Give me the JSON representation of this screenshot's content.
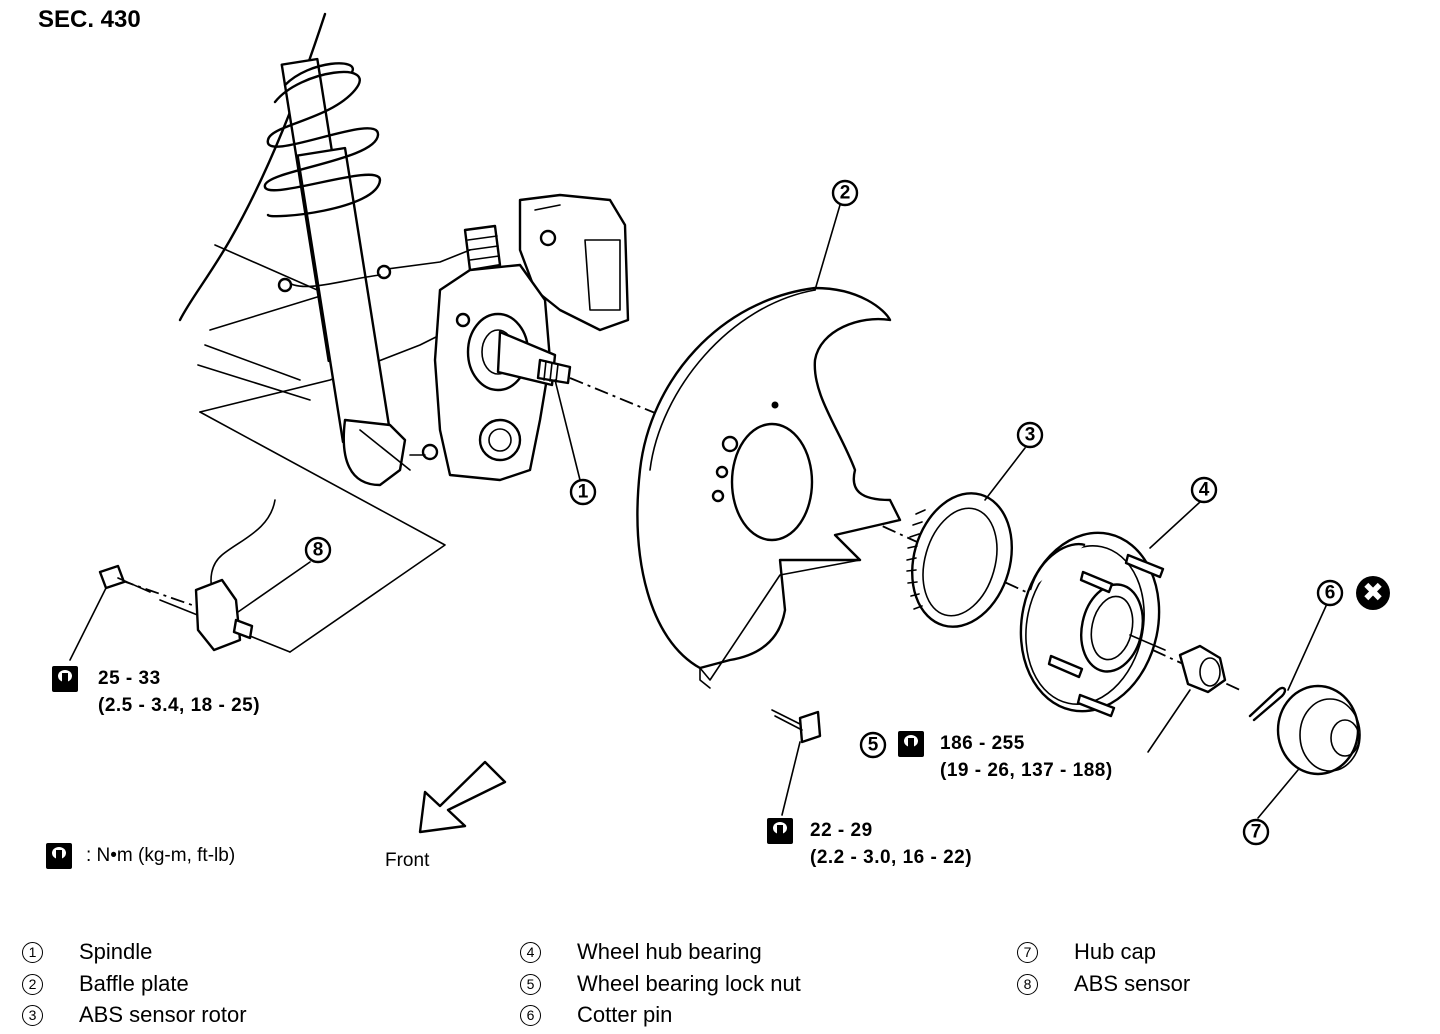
{
  "section_title": "SEC. 430",
  "callouts": [
    "1",
    "2",
    "3",
    "4",
    "5",
    "6",
    "7",
    "8"
  ],
  "torque_specs": {
    "abs_sensor_bolt": {
      "line1": "25 - 33",
      "line2": "(2.5 - 3.4, 18 - 25)"
    },
    "lock_nut": {
      "line1": "186 - 255",
      "line2": "(19 - 26, 137 - 188)"
    },
    "baffle_plate_bolt": {
      "line1": "22 - 29",
      "line2": "(2.2 - 3.0, 16 - 22)"
    }
  },
  "units_note": ": N•m  (kg-m,  ft-lb)",
  "front_label": "Front",
  "replace_symbol": "✖",
  "legend": [
    {
      "num": "1",
      "label": "Spindle"
    },
    {
      "num": "2",
      "label": "Baffle plate"
    },
    {
      "num": "3",
      "label": "ABS sensor rotor"
    },
    {
      "num": "4",
      "label": "Wheel hub bearing"
    },
    {
      "num": "5",
      "label": "Wheel bearing lock nut"
    },
    {
      "num": "6",
      "label": "Cotter pin"
    },
    {
      "num": "7",
      "label": "Hub cap"
    },
    {
      "num": "8",
      "label": "ABS sensor"
    }
  ]
}
